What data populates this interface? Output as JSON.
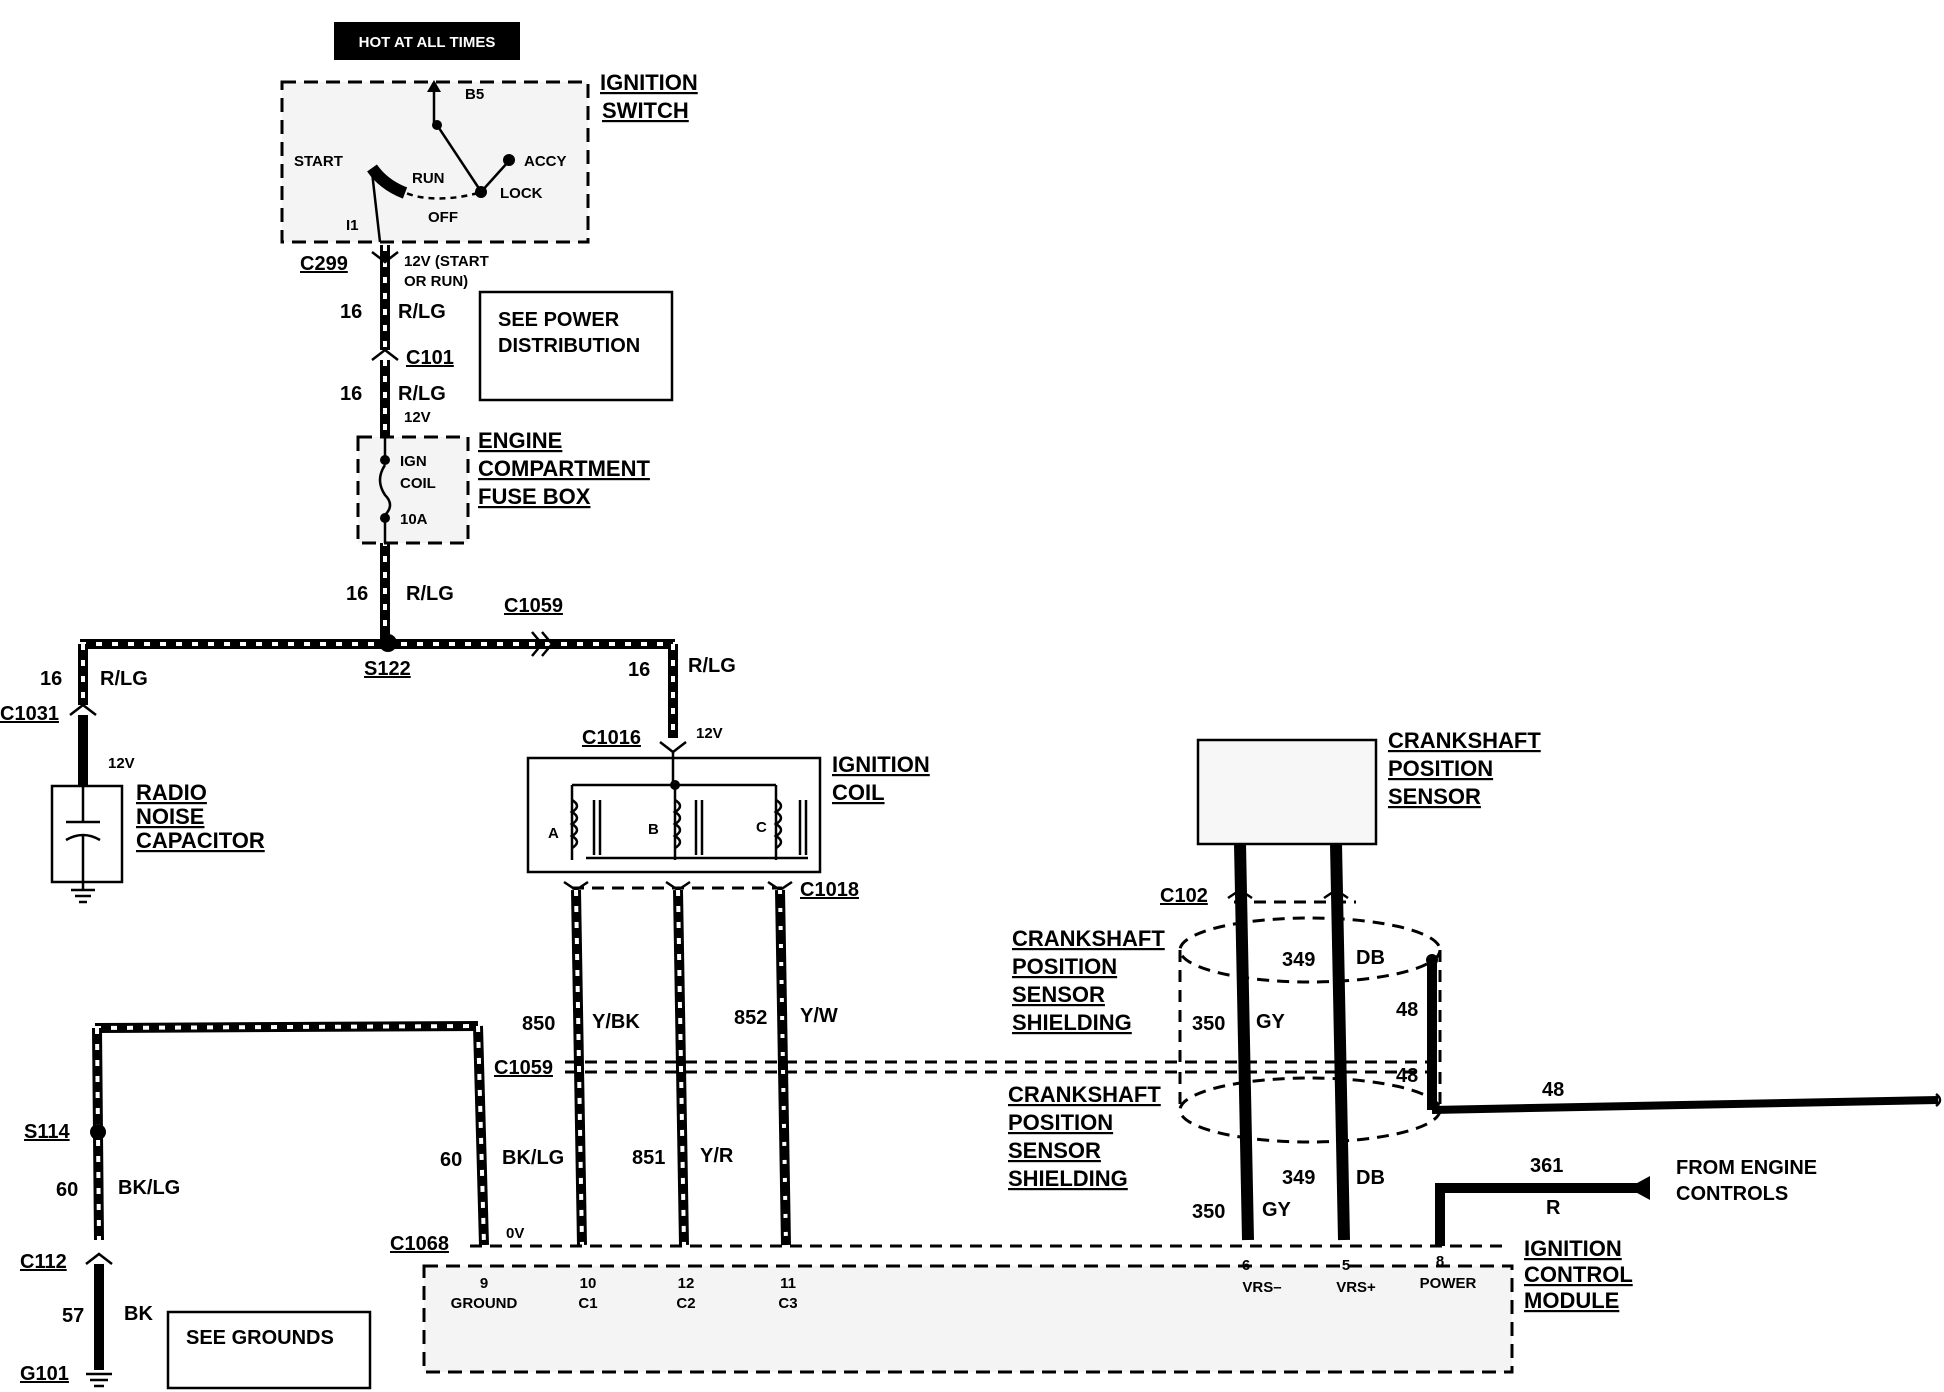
{
  "header": {
    "hot_label": "HOT AT ALL TIMES"
  },
  "ignition_switch": {
    "title_1": "IGNITION",
    "title_2": "SWITCH",
    "b5": "B5",
    "start": "START",
    "run": "RUN",
    "accy": "ACCY",
    "lock": "LOCK",
    "off": "OFF",
    "i1": "I1"
  },
  "connectors": {
    "c299": "C299",
    "c101": "C101",
    "c1059_top": "C1059",
    "c1031": "C1031",
    "c1016": "C1016",
    "c1018": "C1018",
    "c102": "C102",
    "c1059_mid": "C1059",
    "c1068": "C1068",
    "c112": "C112",
    "s122": "S122",
    "s114": "S114",
    "g101": "G101"
  },
  "notes": {
    "twelve_v_start": "12V (START",
    "or_run": "OR RUN)",
    "see_power_1": "SEE POWER",
    "see_power_2": "DISTRIBUTION",
    "see_grounds": "SEE GROUNDS",
    "from_engine_1": "FROM ENGINE",
    "from_engine_2": "CONTROLS",
    "v12": "12V",
    "v0": "0V"
  },
  "fuse_box": {
    "title_1": "ENGINE",
    "title_2": "COMPARTMENT",
    "title_3": "FUSE BOX",
    "ign": "IGN",
    "coil": "COIL",
    "amp": "10A"
  },
  "wires": {
    "gauge_16": "16",
    "rlg": "R/LG",
    "w850": "850",
    "ybk": "Y/BK",
    "w852": "852",
    "yw": "Y/W",
    "w851": "851",
    "yr": "Y/R",
    "w60": "60",
    "bklg": "BK/LG",
    "w57": "57",
    "bk": "BK",
    "w349": "349",
    "db": "DB",
    "w350": "350",
    "gy": "GY",
    "w48": "48",
    "w361": "361",
    "r": "R"
  },
  "capacitor": {
    "title_1": "RADIO",
    "title_2": "NOISE",
    "title_3": "CAPACITOR"
  },
  "ignition_coil": {
    "title_1": "IGNITION",
    "title_2": "COIL",
    "a": "A",
    "b": "B",
    "c": "C"
  },
  "crank_sensor": {
    "title_1": "CRANKSHAFT",
    "title_2": "POSITION",
    "title_3": "SENSOR"
  },
  "shielding": {
    "line_1": "CRANKSHAFT",
    "line_2": "POSITION",
    "line_3": "SENSOR",
    "line_4": "SHIELDING"
  },
  "icm": {
    "title_1": "IGNITION",
    "title_2": "CONTROL",
    "title_3": "MODULE",
    "pins": [
      {
        "num": "9",
        "name": "GROUND"
      },
      {
        "num": "10",
        "name": "C1"
      },
      {
        "num": "12",
        "name": "C2"
      },
      {
        "num": "11",
        "name": "C3"
      },
      {
        "num": "6",
        "name": "VRS–"
      },
      {
        "num": "5",
        "name": "VRS+"
      },
      {
        "num": "8",
        "name": "POWER"
      }
    ]
  }
}
